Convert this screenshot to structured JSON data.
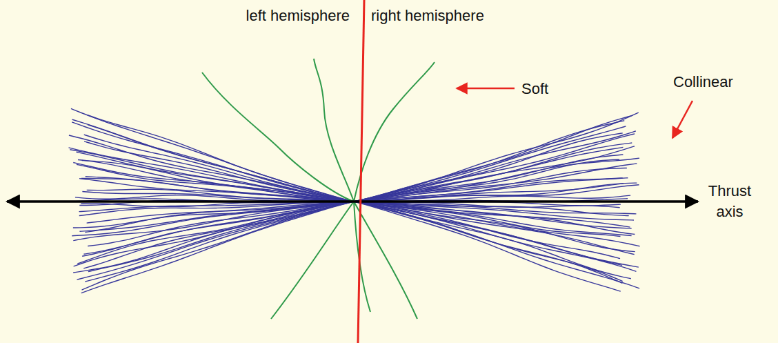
{
  "diagram": {
    "labels": [
      "left hemisphere",
      "right hemisphere",
      "Soft",
      "Collinear",
      "Thrust axis"
    ]
  }
}
